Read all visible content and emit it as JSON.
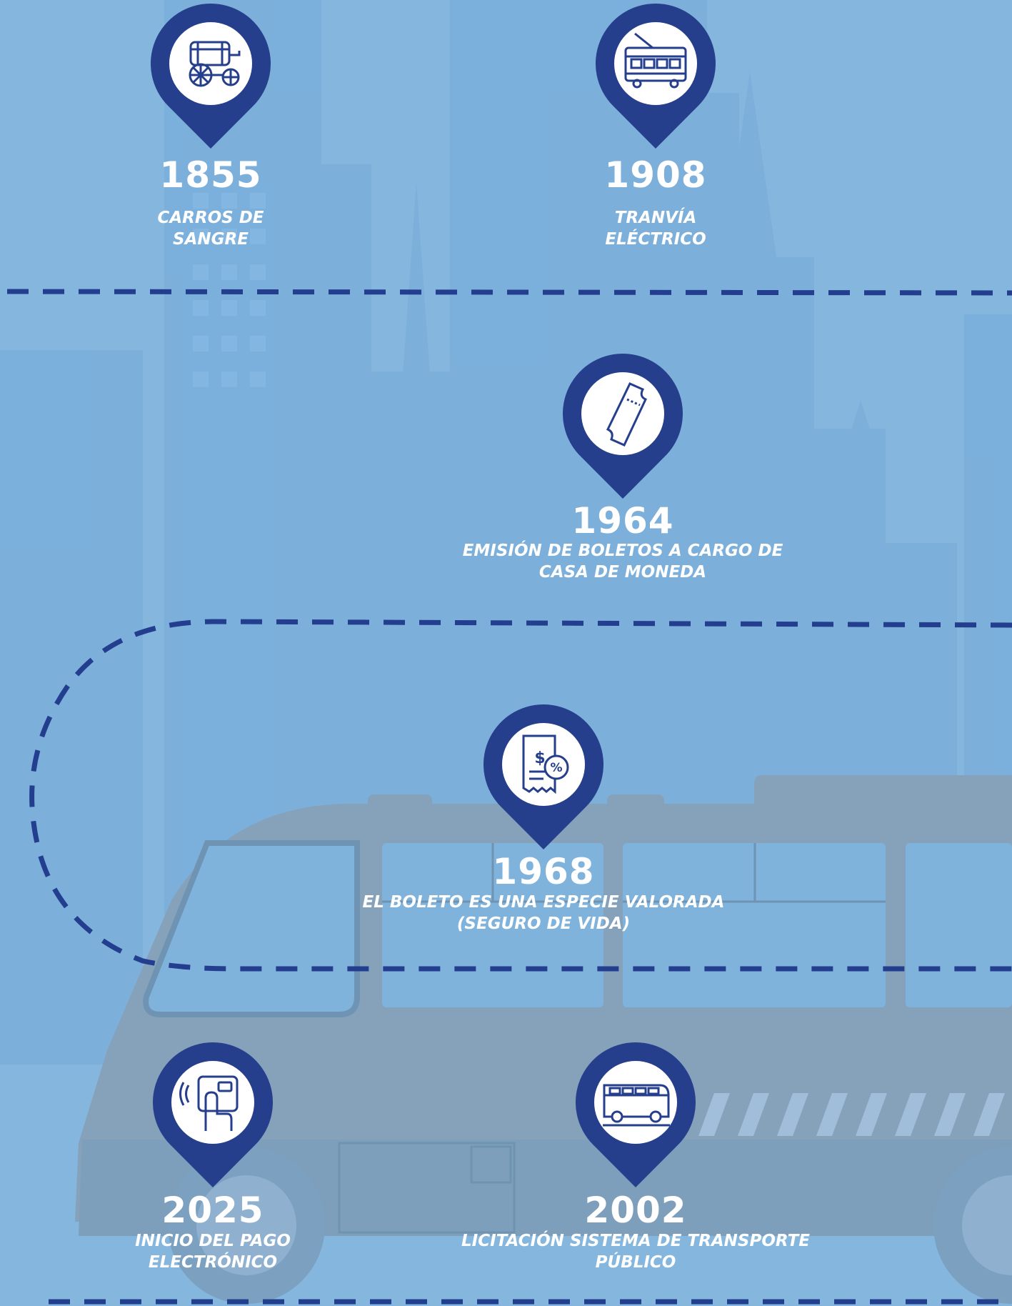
{
  "colors": {
    "background": "#85b6dd",
    "skyline": "#7aaedb",
    "pin": "#263f8c",
    "dash": "#233e8e",
    "text": "#ffffff",
    "bus_body": "#86a2bb"
  },
  "milestones": [
    {
      "id": "m1855",
      "year": "1855",
      "caption_line1": "CARROS DE",
      "caption_line2": "SANGRE",
      "icon": "carriage-icon"
    },
    {
      "id": "m1908",
      "year": "1908",
      "caption_line1": "TRANVÍA",
      "caption_line2": "ELÉCTRICO",
      "icon": "tram-icon"
    },
    {
      "id": "m1964",
      "year": "1964",
      "caption_line1": "EMISIÓN DE BOLETOS A CARGO DE",
      "caption_line2": "CASA DE MONEDA",
      "icon": "ticket-icon"
    },
    {
      "id": "m1968",
      "year": "1968",
      "caption_line1": "EL BOLETO ES UNA ESPECIE VALORADA",
      "caption_line2": "(SEGURO DE VIDA)",
      "icon": "receipt-icon"
    },
    {
      "id": "m2025",
      "year": "2025",
      "caption_line1": "INICIO DEL PAGO",
      "caption_line2": "ELECTRÓNICO",
      "icon": "contactless-card-icon"
    },
    {
      "id": "m2002",
      "year": "2002",
      "caption_line1": "LICITACIÓN SISTEMA DE TRANSPORTE",
      "caption_line2": "PÚBLICO",
      "icon": "bus-icon"
    }
  ]
}
